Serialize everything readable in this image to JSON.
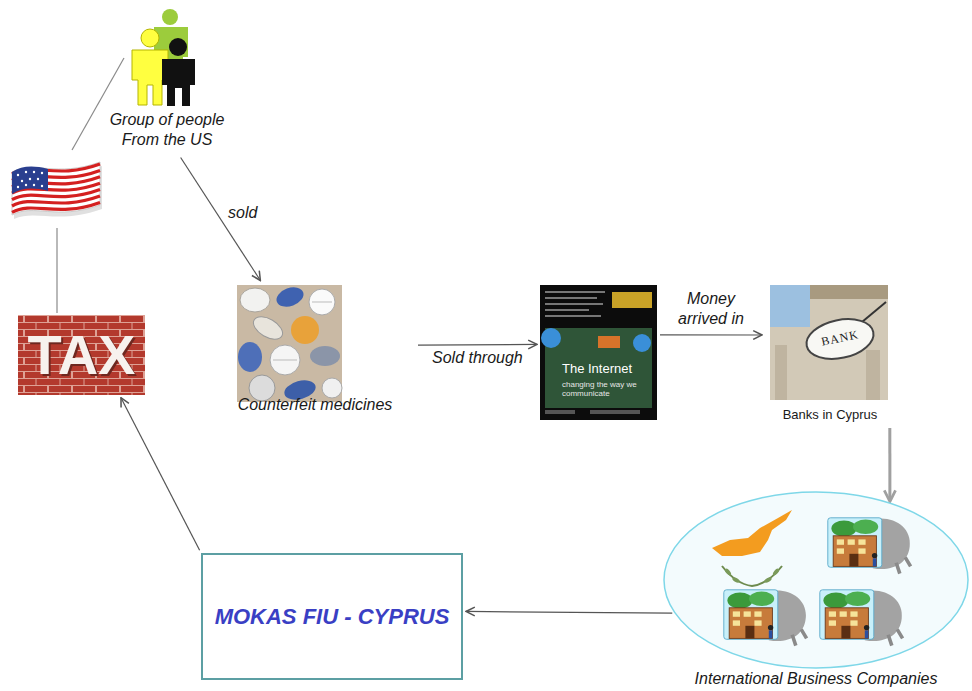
{
  "diagram": {
    "nodes": [
      {
        "text": [
          "Group of people From the US"
        ]
      },
      {
        "text": [
          "Counterfeit medicines"
        ]
      },
      {
        "text": [
          "The Internet",
          "changing the way we communicate"
        ]
      },
      {
        "text": [
          "BANK",
          "Banks in Cyprus"
        ]
      },
      {
        "text": [
          "International Business Companies"
        ]
      },
      {
        "text": [
          "MOKAS FIU - CYPRUS"
        ]
      },
      {
        "text": [
          "TAX"
        ]
      }
    ],
    "edges": [
      {
        "from": 0,
        "to": 1,
        "arrow": "to",
        "label": "sold"
      },
      {
        "from": 1,
        "to": 2,
        "arrow": "to",
        "label": "Sold through"
      },
      {
        "from": 2,
        "to": 3,
        "arrow": "to",
        "label": "Money arrived in"
      },
      {
        "from": 3,
        "to": 4,
        "arrow": "to"
      },
      {
        "from": 4,
        "to": 5,
        "arrow": "to"
      },
      {
        "from": 5,
        "to": 6,
        "arrow": "to"
      }
    ]
  }
}
